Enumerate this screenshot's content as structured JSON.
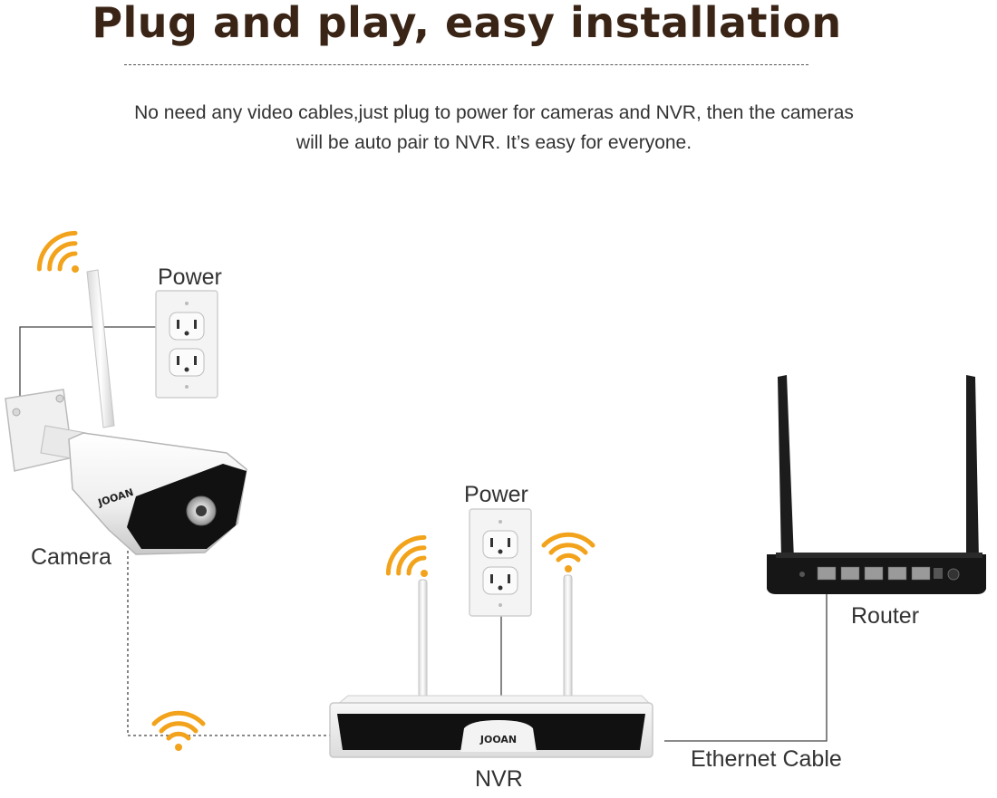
{
  "title": "Plug and play, easy installation",
  "description": {
    "line1": "No need any video cables,just plug to power for cameras and NVR, then the cameras",
    "line2": "will be auto pair to NVR. It’s easy for everyone."
  },
  "labels": {
    "power_camera": "Power",
    "power_nvr": "Power",
    "camera": "Camera",
    "router": "Router",
    "nvr": "NVR",
    "ethernet": "Ethernet Cable"
  },
  "brand": {
    "camera_logo": "JOOAN",
    "nvr_logo": "JOOAN"
  },
  "colors": {
    "title": "#3a2416",
    "wifi": "#f2a31b",
    "text": "#333333",
    "line": "#444444"
  },
  "icons": {
    "wifi": "wifi-signal-icon",
    "outlet": "power-outlet-icon"
  }
}
